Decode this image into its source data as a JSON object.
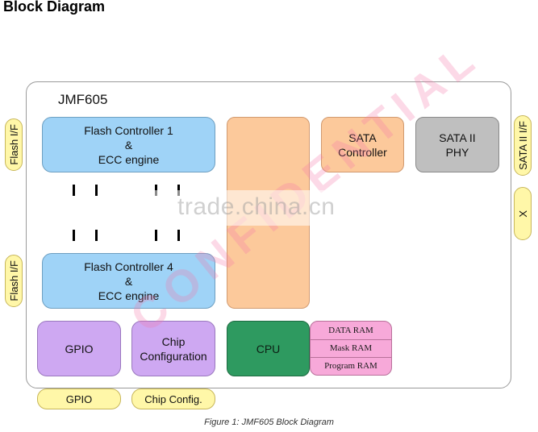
{
  "heading": "Block Diagram",
  "chip": {
    "name": "JMF605"
  },
  "blocks": {
    "flash_controller_1": [
      "Flash Controller 1",
      "&",
      "ECC engine"
    ],
    "flash_controller_4": [
      "Flash Controller 4",
      "&",
      "ECC engine"
    ],
    "sata_controller": [
      "SATA",
      "Controller"
    ],
    "sata_phy": [
      "SATA II",
      "PHY"
    ],
    "gpio": "GPIO",
    "chip_configuration": [
      "Chip",
      "Configuration"
    ],
    "cpu": "CPU",
    "ram": [
      "DATA RAM",
      "Mask RAM",
      "Program RAM"
    ]
  },
  "interfaces": {
    "flash_if_top": "Flash I/F",
    "flash_if_bottom": "Flash I/F",
    "sata_if": "SATA II I/F",
    "xtal": "X",
    "gpio_pin": "GPIO",
    "chip_config_pin": "Chip Config."
  },
  "watermarks": {
    "site": "trade.china.cn",
    "stamp": "CONFIDENTIAL"
  },
  "caption": "Figure 1: JMF605 Block Diagram",
  "colors": {
    "flash_blue": "#9fd3f7",
    "sata_orange": "#fcc99b",
    "phy_gray": "#bfbfbf",
    "gpio_purple": "#cea8f2",
    "cpu_green": "#2e9a60",
    "ram_pink": "#f7a9d9",
    "pin_yellow": "#fff7a8"
  }
}
